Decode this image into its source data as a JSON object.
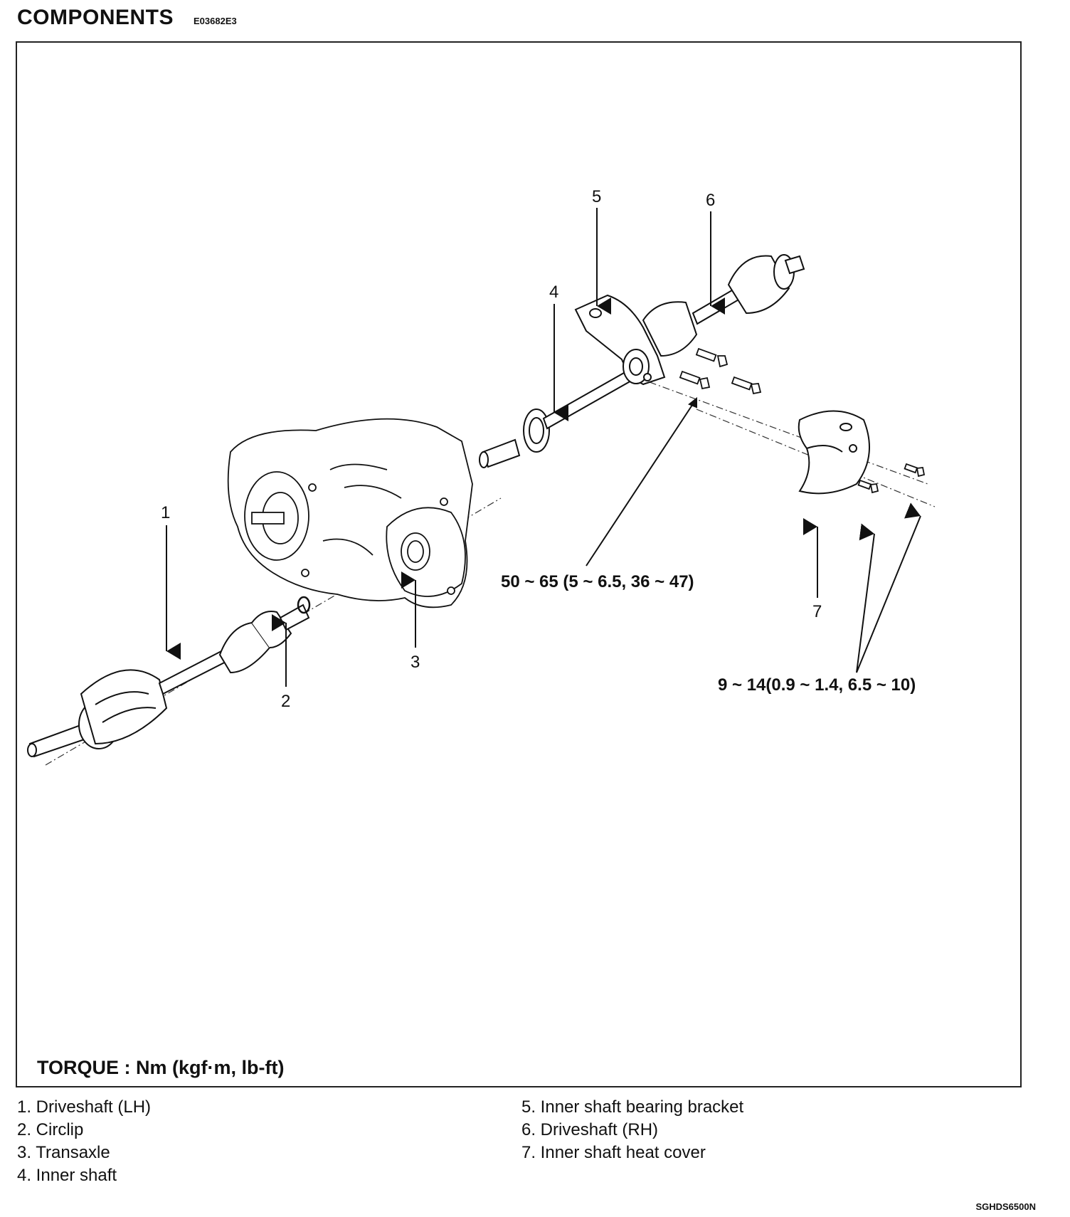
{
  "header": {
    "title": "COMPONENTS",
    "code": "E03682E3"
  },
  "diagram": {
    "callouts": [
      "1",
      "2",
      "3",
      "4",
      "5",
      "6",
      "7"
    ],
    "torque_values": [
      "50 ~ 65 (5 ~ 6.5, 36 ~ 47)",
      "9 ~ 14(0.9 ~ 1.4, 6.5 ~ 10)"
    ],
    "torque_unit": "TORQUE : Nm (kgf·m, lb-ft)"
  },
  "legend": {
    "left": [
      "1. Driveshaft (LH)",
      "2. Circlip",
      "3. Transaxle",
      "4. Inner shaft"
    ],
    "right": [
      "5. Inner shaft bearing bracket",
      "6. Driveshaft (RH)",
      "7. Inner shaft heat cover"
    ]
  },
  "footer": {
    "ref": "SGHDS6500N"
  }
}
